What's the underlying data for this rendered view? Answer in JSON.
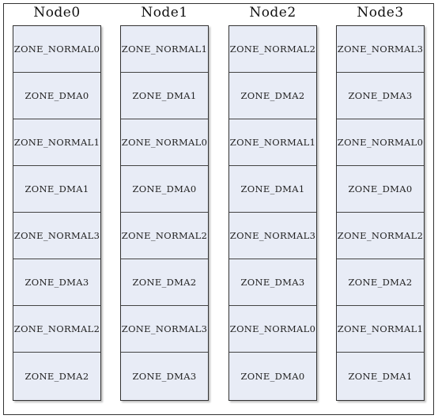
{
  "nodes": [
    {
      "title": "Node0",
      "zones": [
        "ZONE_NORMAL0",
        "ZONE_DMA0",
        "ZONE_NORMAL1",
        "ZONE_DMA1",
        "ZONE_NORMAL3",
        "ZONE_DMA3",
        "ZONE_NORMAL2",
        "ZONE_DMA2"
      ]
    },
    {
      "title": "Node1",
      "zones": [
        "ZONE_NORMAL1",
        "ZONE_DMA1",
        "ZONE_NORMAL0",
        "ZONE_DMA0",
        "ZONE_NORMAL2",
        "ZONE_DMA2",
        "ZONE_NORMAL3",
        "ZONE_DMA3"
      ]
    },
    {
      "title": "Node2",
      "zones": [
        "ZONE_NORMAL2",
        "ZONE_DMA2",
        "ZONE_NORMAL1",
        "ZONE_DMA1",
        "ZONE_NORMAL3",
        "ZONE_DMA3",
        "ZONE_NORMAL0",
        "ZONE_DMA0"
      ]
    },
    {
      "title": "Node3",
      "zones": [
        "ZONE_NORMAL3",
        "ZONE_DMA3",
        "ZONE_NORMAL0",
        "ZONE_DMA0",
        "ZONE_NORMAL2",
        "ZONE_DMA2",
        "ZONE_NORMAL1",
        "ZONE_DMA1"
      ]
    }
  ]
}
